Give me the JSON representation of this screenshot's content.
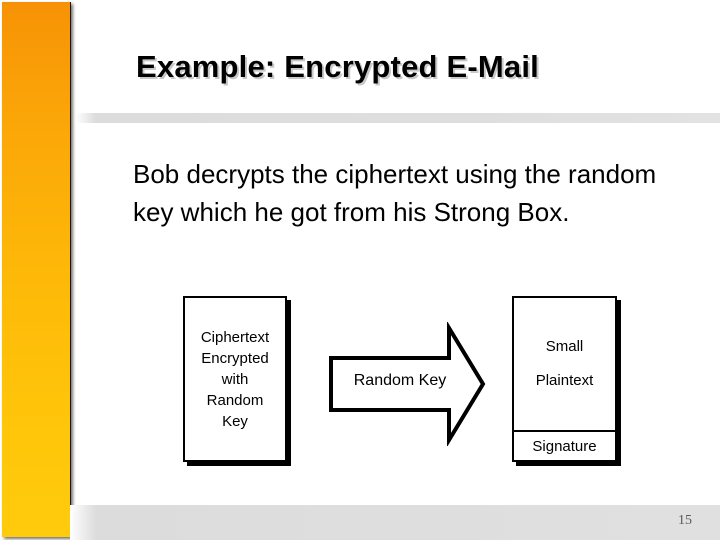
{
  "slide": {
    "title": "Example: Encrypted E-Mail",
    "body_text": "Bob decrypts the ciphertext using the random key which he got from his Strong Box.",
    "page_number": "15",
    "accent_color": "#FFB300",
    "text_color": "#000000",
    "title_shadow_color": "#C8C8C8",
    "rule_color": "#DEDEDE"
  },
  "diagram": {
    "ciphertext_box": {
      "lines": [
        "Ciphertext",
        "Encrypted",
        "with",
        "Random",
        "Key"
      ],
      "text": "Ciphertext Encrypted with Random Key"
    },
    "arrow": {
      "label": "Random Key",
      "direction": "right"
    },
    "plaintext_box": {
      "line1": "Small",
      "line2": "Plaintext",
      "signature": "Signature"
    }
  }
}
